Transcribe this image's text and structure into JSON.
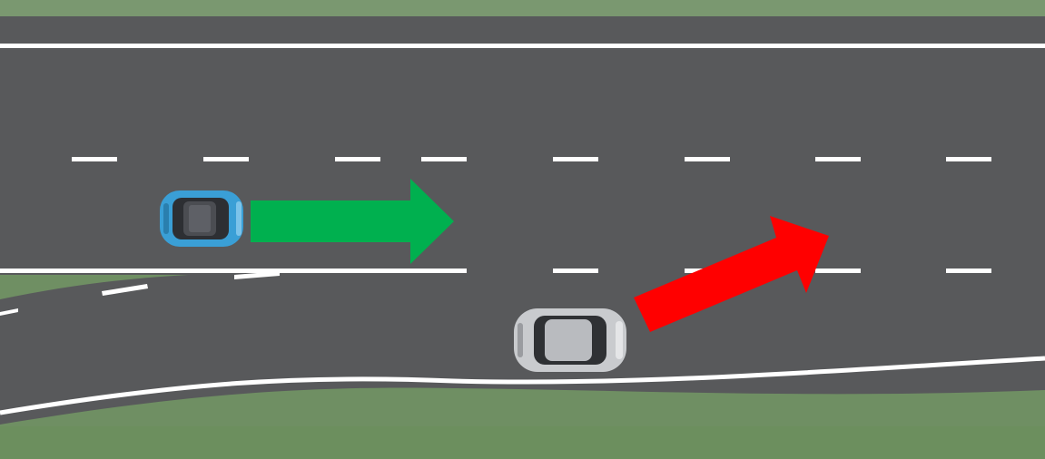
{
  "scene": {
    "description_free": true,
    "vehicles": [
      {
        "id": "ego",
        "color": "#3a9fd6",
        "motion": "straight"
      },
      {
        "id": "merging",
        "color": "#c9cbce",
        "motion": "merge-left"
      }
    ],
    "arrows": [
      {
        "for": "ego",
        "color": "#00b04f",
        "meaning": "keep-lane"
      },
      {
        "for": "merging",
        "color": "#ff0000",
        "meaning": "lane-change"
      }
    ],
    "colors": {
      "grass": "#6f8f63",
      "asphalt": "#58595b",
      "lane_marking": "#ffffff"
    }
  }
}
